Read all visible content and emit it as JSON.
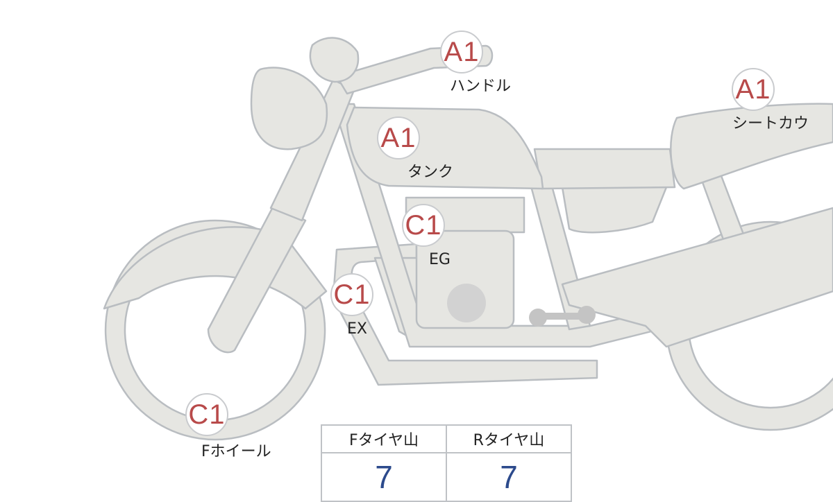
{
  "parts": [
    {
      "id": "handle",
      "grade": "A1",
      "label": "ハンドル"
    },
    {
      "id": "seat-cowl",
      "grade": "A1",
      "label": "シートカウ"
    },
    {
      "id": "tank",
      "grade": "A1",
      "label": "タンク"
    },
    {
      "id": "engine",
      "grade": "C1",
      "label": "EG"
    },
    {
      "id": "exhaust",
      "grade": "C1",
      "label": "EX"
    },
    {
      "id": "front-wheel",
      "grade": "C1",
      "label": "Fホイール"
    }
  ],
  "tread": {
    "headers": [
      "Fタイヤ山",
      "Rタイヤ山"
    ],
    "values": [
      "7",
      "7"
    ]
  },
  "colors": {
    "grade": "#b84a4a",
    "value": "#2c4a8c",
    "body": "#e6e6e2"
  }
}
